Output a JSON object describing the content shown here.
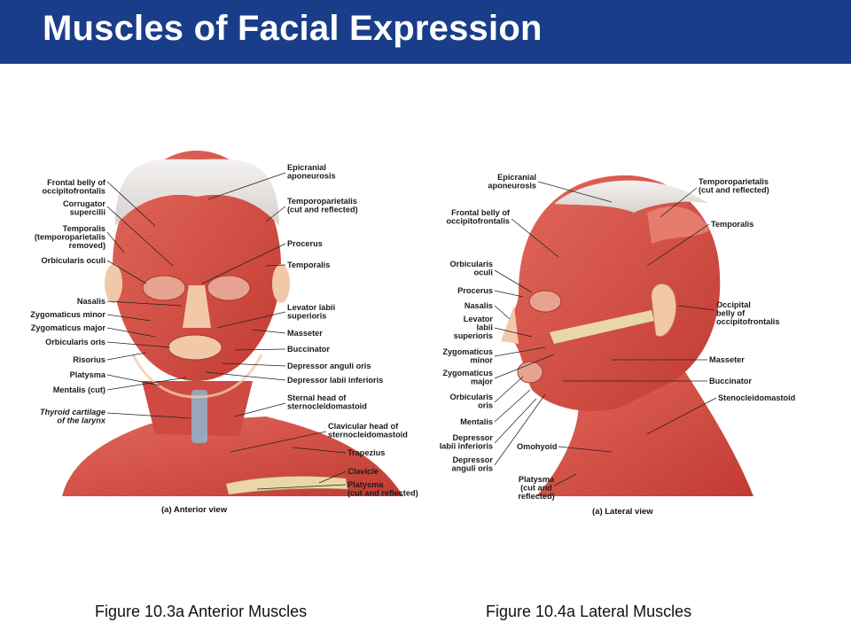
{
  "slide": {
    "title": "Muscles of Facial Expression"
  },
  "anterior": {
    "caption": "Figure 10.3a  Anterior Muscles",
    "view_label": "(a)  Anterior view",
    "labels_left": [
      {
        "lines": [
          "Frontal belly of",
          "occipitofrontalis"
        ],
        "italic": false
      },
      {
        "lines": [
          "Corrugator",
          "supercilii"
        ],
        "italic": false
      },
      {
        "lines": [
          "Temporalis",
          "(temporoparietalis",
          "removed)"
        ],
        "italic": false
      },
      {
        "lines": [
          "Orbicularis oculi"
        ],
        "italic": false
      },
      {
        "lines": [
          "Nasalis"
        ],
        "italic": false
      },
      {
        "lines": [
          "Zygomaticus minor"
        ],
        "italic": false
      },
      {
        "lines": [
          "Zygomaticus major"
        ],
        "italic": false
      },
      {
        "lines": [
          "Orbicularis oris"
        ],
        "italic": false
      },
      {
        "lines": [
          "Risorius"
        ],
        "italic": false
      },
      {
        "lines": [
          "Platysma"
        ],
        "italic": false
      },
      {
        "lines": [
          "Mentalis (cut)"
        ],
        "italic": false
      },
      {
        "lines": [
          "Thyroid cartilage",
          "of the larynx"
        ],
        "italic": true
      }
    ],
    "labels_right": [
      {
        "lines": [
          "Epicranial",
          "aponeurosis"
        ],
        "italic": false
      },
      {
        "lines": [
          "Temporoparietalis",
          "(cut and reflected)"
        ],
        "italic": false
      },
      {
        "lines": [
          "Procerus"
        ],
        "italic": false
      },
      {
        "lines": [
          "Temporalis"
        ],
        "italic": false
      },
      {
        "lines": [
          "Levator labii",
          "superioris"
        ],
        "italic": false
      },
      {
        "lines": [
          "Masseter"
        ],
        "italic": false
      },
      {
        "lines": [
          "Buccinator"
        ],
        "italic": false
      },
      {
        "lines": [
          "Depressor anguli oris"
        ],
        "italic": false
      },
      {
        "lines": [
          "Depressor labii inferioris"
        ],
        "italic": false
      },
      {
        "lines": [
          "Sternal head of",
          "sternocleidomastoid"
        ],
        "italic": false
      },
      {
        "lines": [
          "Clavicular head of",
          "sternocleidomastoid"
        ],
        "italic": false
      },
      {
        "lines": [
          "Trapezius"
        ],
        "italic": false
      },
      {
        "lines": [
          "Clavicle"
        ],
        "italic": true
      },
      {
        "lines": [
          "Platysma",
          "(cut and reflected)"
        ],
        "italic": false
      }
    ]
  },
  "lateral": {
    "caption": "Figure 10.4a  Lateral Muscles",
    "view_label": "(a)  Lateral view",
    "labels_left": [
      {
        "lines": [
          "Epicranial",
          "aponeurosis"
        ],
        "italic": false
      },
      {
        "lines": [
          "Frontal belly of",
          "occipitofrontalis"
        ],
        "italic": false
      },
      {
        "lines": [
          "Orbicularis",
          "oculi"
        ],
        "italic": false
      },
      {
        "lines": [
          "Procerus"
        ],
        "italic": false
      },
      {
        "lines": [
          "Nasalis"
        ],
        "italic": false
      },
      {
        "lines": [
          "Levator",
          "labii",
          "superioris"
        ],
        "italic": false
      },
      {
        "lines": [
          "Zygomaticus",
          "minor"
        ],
        "italic": false
      },
      {
        "lines": [
          "Zygomaticus",
          "major"
        ],
        "italic": false
      },
      {
        "lines": [
          "Orbicularis",
          "oris"
        ],
        "italic": false
      },
      {
        "lines": [
          "Mentalis"
        ],
        "italic": false
      },
      {
        "lines": [
          "Depressor",
          "labii inferioris"
        ],
        "italic": false
      },
      {
        "lines": [
          "Depressor",
          "anguli oris"
        ],
        "italic": false
      }
    ],
    "labels_right": [
      {
        "lines": [
          "Temporoparietalis",
          "(cut and reflected)"
        ],
        "italic": false
      },
      {
        "lines": [
          "Temporalis"
        ],
        "italic": false
      },
      {
        "lines": [
          "Occipital",
          "belly of",
          "occipitofrontalis"
        ],
        "italic": false
      },
      {
        "lines": [
          "Masseter"
        ],
        "italic": false
      },
      {
        "lines": [
          "Buccinator"
        ],
        "italic": false
      },
      {
        "lines": [
          "Stenocleidomastoid"
        ],
        "italic": false
      }
    ],
    "labels_bottom": [
      {
        "lines": [
          "Omohyoid"
        ],
        "italic": false
      },
      {
        "lines": [
          "Platysma",
          "(cut and",
          "reflected)"
        ],
        "italic": false
      }
    ]
  },
  "colors": {
    "banner": "#1a3d8a",
    "muscle": "#d9544a",
    "muscle_dark": "#b8352e",
    "aponeurosis": "#e6e2e0",
    "skin": "#f2c9a8",
    "tendon": "#ead7a8"
  }
}
